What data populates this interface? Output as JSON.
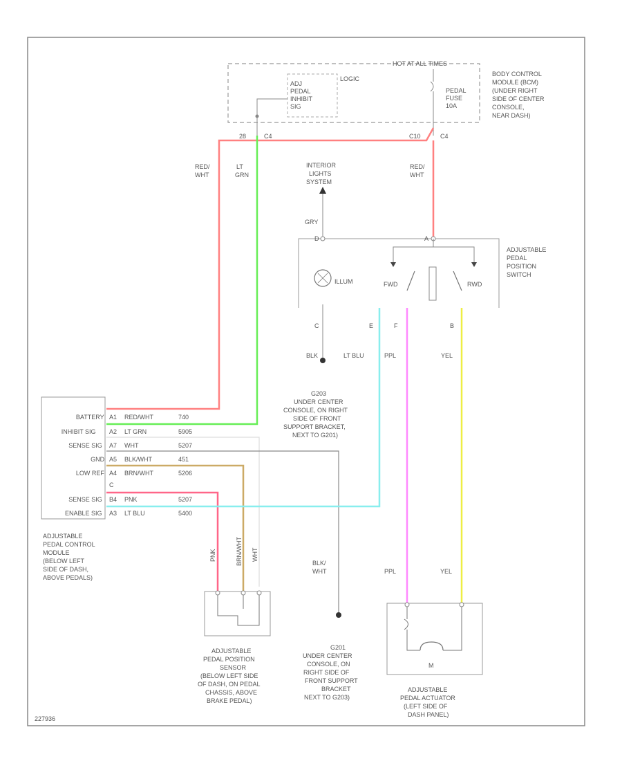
{
  "bcm": {
    "hot_label": "HOT AT ALL TIMES",
    "logic": "LOGIC",
    "inhibit_lines": [
      "ADJ",
      "PEDAL",
      "INHIBIT",
      "SIG"
    ],
    "fuse_lines": [
      "PEDAL",
      "FUSE",
      "10A"
    ],
    "module_lines": [
      "BODY CONTROL",
      "MODULE (BCM)",
      "(UNDER RIGHT",
      "SIDE OF CENTER",
      "CONSOLE,",
      "NEAR DASH)"
    ],
    "pin_left": "28",
    "conn_left": "C4",
    "pin_right": "C10",
    "conn_right": "C4"
  },
  "wires": {
    "red_wht_left": [
      "RED/",
      "WHT"
    ],
    "lt_grn": [
      "LT",
      "GRN"
    ],
    "red_wht_right": [
      "RED/",
      "WHT"
    ],
    "gry": "GRY",
    "blk": "BLK",
    "lt_blu": "LT BLU",
    "ppl_top": "PPL",
    "yel_top": "YEL",
    "ppl_bottom": "PPL",
    "yel_bottom": "YEL",
    "blk_wht": [
      "BLK/",
      "WHT"
    ],
    "sensor_pnk": "PNK",
    "sensor_brn": "BRN/WHT",
    "sensor_wht": "WHT"
  },
  "interior_lights": [
    "INTERIOR",
    "LIGHTS",
    "SYSTEM"
  ],
  "switch": {
    "title_lines": [
      "ADJUSTABLE",
      "PEDAL",
      "POSITION",
      "SWITCH"
    ],
    "illum": "ILLUM",
    "fwd": "FWD",
    "rwd": "RWD",
    "pin_top_left": "D",
    "pin_top_right": "A",
    "pin_c": "C",
    "pin_e": "E",
    "pin_f": "F",
    "pin_b": "B"
  },
  "ground_g203": [
    "G203",
    "UNDER CENTER",
    "CONSOLE, ON RIGHT",
    "SIDE OF FRONT",
    "SUPPORT BRACKET,",
    "NEXT TO G201)"
  ],
  "module": {
    "labels": [
      "BATTERY",
      "INHIBIT SIG",
      "SENSE SIG",
      "GND",
      "LOW REF",
      "",
      "SENSE SIG",
      "ENABLE SIG"
    ],
    "pins": [
      "A1",
      "A2",
      "A7",
      "A5",
      "A4",
      "",
      "B4",
      "A3"
    ],
    "colors": [
      "RED/WHT",
      "LT GRN",
      "WHT",
      "BLK/WHT",
      "BRN/WHT",
      "",
      "PNK",
      "LT BLU"
    ],
    "circuits": [
      "740",
      "5905",
      "5207",
      "451",
      "5206",
      "",
      "5207",
      "5400"
    ],
    "c_label": "C",
    "title_lines": [
      "ADJUSTABLE",
      "PEDAL CONTROL",
      "MODULE",
      "(BELOW LEFT",
      "SIDE OF DASH,",
      "ABOVE PEDALS)"
    ]
  },
  "sensor_lines": [
    "ADJUSTABLE",
    "PEDAL POSITION",
    "SENSOR",
    "(BELOW LEFT SIDE",
    "OF DASH, ON PEDAL",
    "CHASSIS, ABOVE",
    "BRAKE PEDAL)"
  ],
  "ground_g201": [
    "G201",
    "UNDER CENTER",
    "CONSOLE, ON",
    "RIGHT SIDE OF",
    "FRONT SUPPORT",
    "BRACKET",
    "NEXT TO G203)"
  ],
  "actuator": {
    "m": "M",
    "title_lines": [
      "ADJUSTABLE",
      "PEDAL ACTUATOR",
      "(LEFT SIDE OF",
      "DASH PANEL)"
    ]
  },
  "code": "227936",
  "colors": {
    "red_wht": "#ff8080",
    "lt_grn": "#66ee55",
    "lt_blu": "#88eeee",
    "ppl": "#ff88ff",
    "yel": "#eeee44",
    "pnk": "#ff6688",
    "brn_wht": "#ccaa66",
    "wht": "#dddddd",
    "blk_wht": "#888888"
  }
}
